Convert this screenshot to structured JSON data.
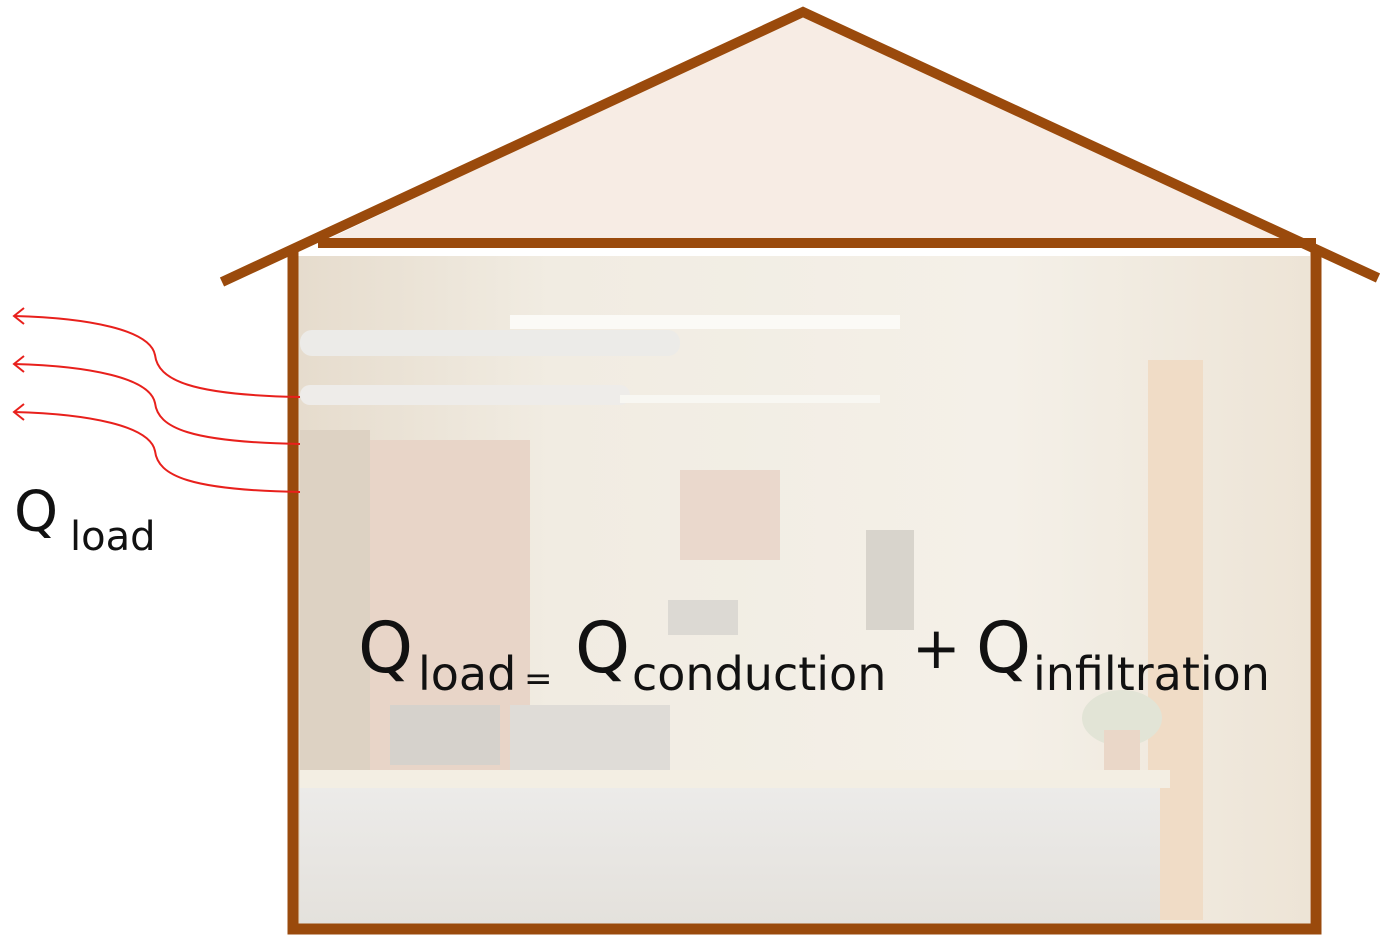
{
  "colors": {
    "house_outline": "#9a4a0c",
    "roof_fill": "#f7ece4",
    "wall_fill": "#efe9dd",
    "heat_arrows": "#e8201c",
    "text": "#111111"
  },
  "icons": {
    "heat_loss_arrows": "wavy-arrow-icon",
    "house": "house-outline-icon"
  },
  "labels": {
    "side": {
      "q": "Q",
      "sub": "load"
    },
    "equation": {
      "lhs_q": "Q",
      "lhs_sub": "load",
      "equals": "=",
      "term1_q": "Q",
      "term1_sub": "conduction",
      "plus": "+",
      "term2_q": "Q",
      "term2_sub": "infiltration"
    }
  }
}
